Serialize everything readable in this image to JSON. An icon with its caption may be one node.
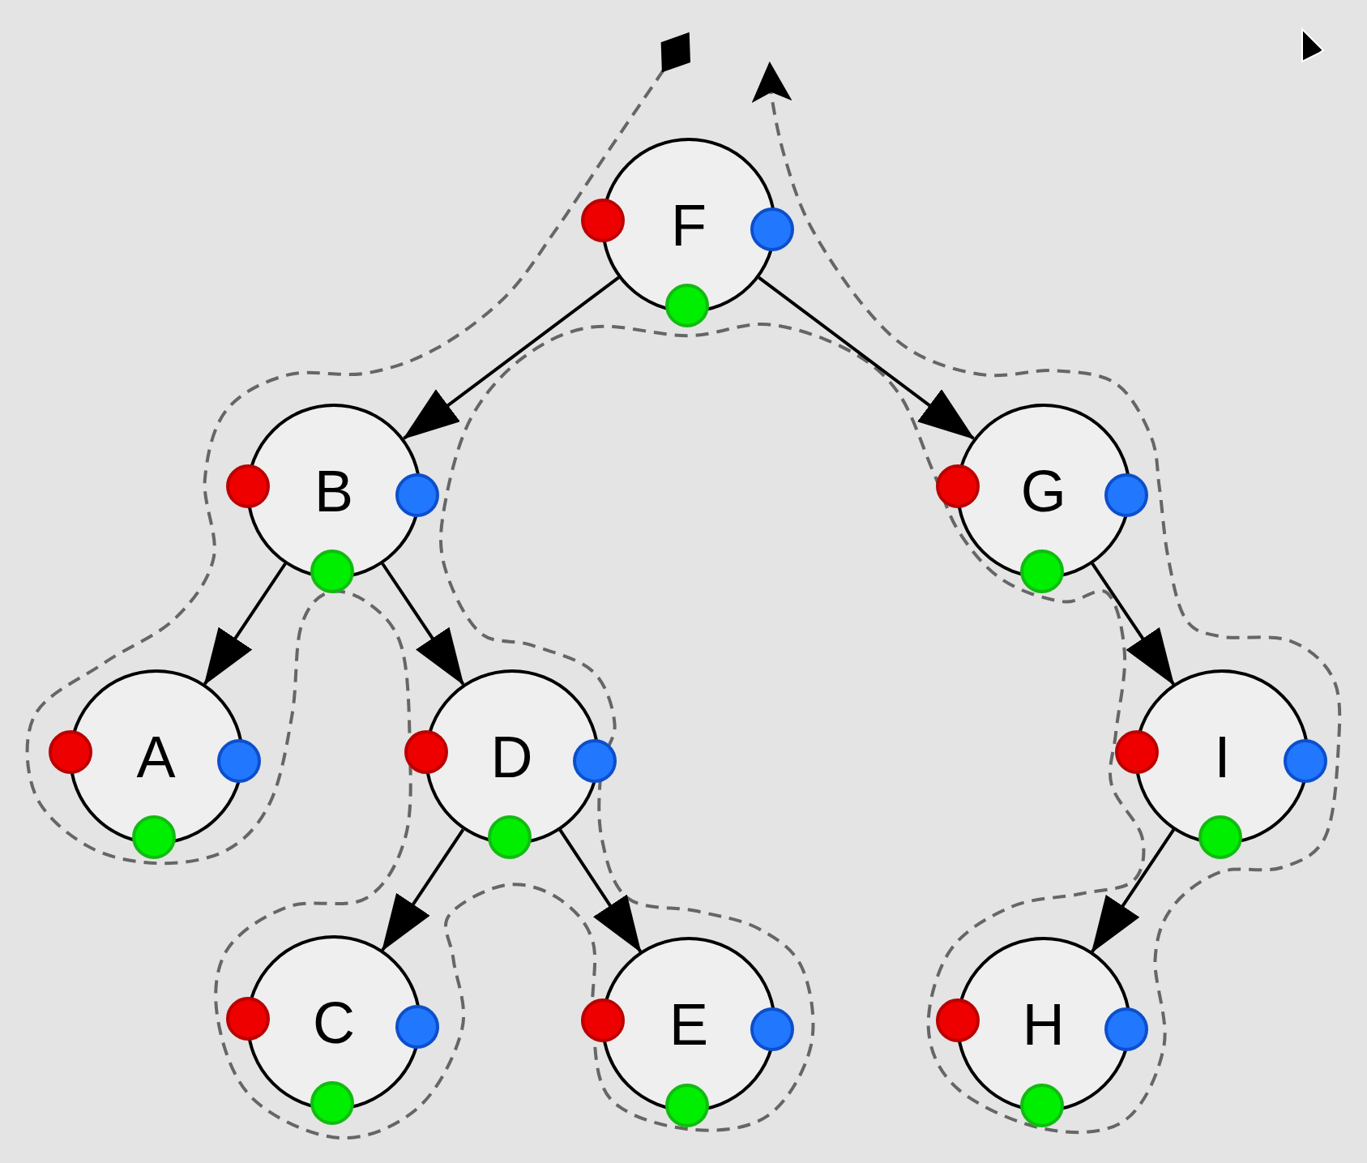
{
  "diagram": {
    "nodes": [
      {
        "text": [
          "F"
        ]
      },
      {
        "text": [
          "B"
        ]
      },
      {
        "text": [
          "G"
        ]
      },
      {
        "text": [
          "A"
        ]
      },
      {
        "text": [
          "D"
        ]
      },
      {
        "text": [
          "I"
        ]
      },
      {
        "text": [
          "C"
        ]
      },
      {
        "text": [
          "E"
        ]
      },
      {
        "text": [
          "H"
        ]
      }
    ],
    "edges": [
      {
        "from": 0,
        "to": 1,
        "arrow": "to"
      },
      {
        "from": 0,
        "to": 2,
        "arrow": "to"
      },
      {
        "from": 1,
        "to": 3,
        "arrow": "to"
      },
      {
        "from": 1,
        "to": 4,
        "arrow": "to"
      },
      {
        "from": 2,
        "to": 5,
        "arrow": "to"
      },
      {
        "from": 4,
        "to": 6,
        "arrow": "to"
      },
      {
        "from": 4,
        "to": 7,
        "arrow": "to"
      },
      {
        "from": 5,
        "to": 8,
        "arrow": "to"
      }
    ]
  }
}
